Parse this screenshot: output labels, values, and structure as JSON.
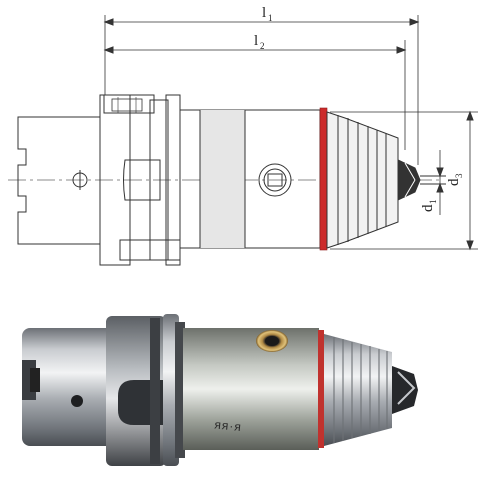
{
  "drawing": {
    "dimensions": {
      "l1": {
        "main": "l",
        "sub": "1"
      },
      "l2": {
        "main": "l",
        "sub": "2"
      },
      "d1": {
        "main": "d",
        "sub": "1"
      },
      "d3": {
        "main": "d",
        "sub": "3"
      }
    },
    "accent_color": "#cc2b2b",
    "line_color": "#333333"
  },
  "photo": {
    "engraving": "ᴙᴙ·ᴙ"
  }
}
